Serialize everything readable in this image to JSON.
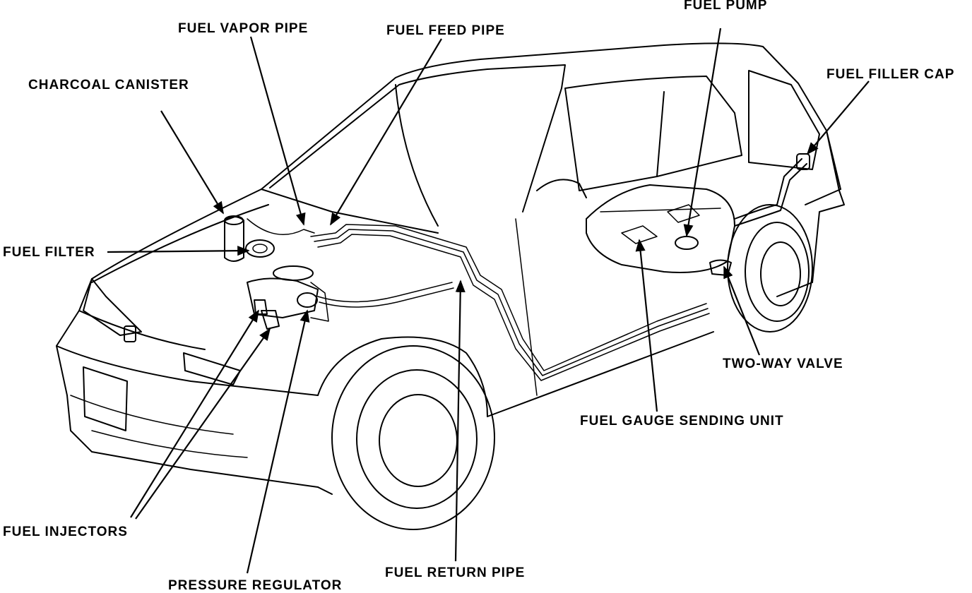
{
  "labels": {
    "fuel_pump": "FUEL PUMP",
    "fuel_vapor_pipe": "FUEL VAPOR PIPE",
    "fuel_feed_pipe": "FUEL FEED PIPE",
    "charcoal_canister": "CHARCOAL CANISTER",
    "fuel_filler_cap": "FUEL FILLER CAP",
    "fuel_filter": "FUEL FILTER",
    "two_way_valve": "TWO-WAY VALVE",
    "fuel_gauge_sending_unit": "FUEL GAUGE SENDING UNIT",
    "fuel_injectors": "FUEL INJECTORS",
    "fuel_return_pipe": "FUEL RETURN PIPE",
    "pressure_regulator": "PRESSURE REGULATOR"
  },
  "colors": {
    "ink": "#000000",
    "paper": "#ffffff"
  }
}
